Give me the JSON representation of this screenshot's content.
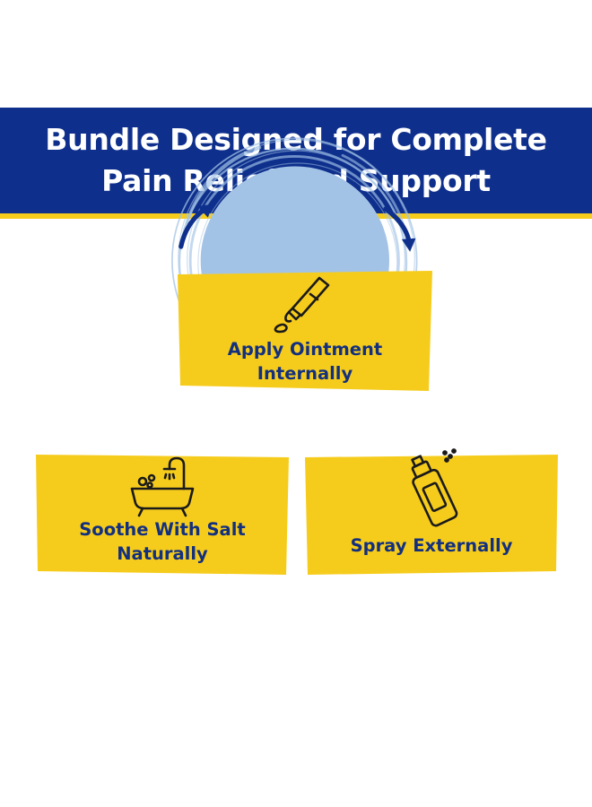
{
  "header": {
    "line1": "Bundle Designed for Complete",
    "line2": "Pain Relief and Support"
  },
  "steps": [
    {
      "line1": "Apply Ointment",
      "line2": "Internally",
      "icon": "ointment-tube-icon"
    },
    {
      "line1": "Spray Externally",
      "line2": "",
      "icon": "spray-bottle-icon"
    },
    {
      "line1": "Soothe With Salt",
      "line2": "Naturally",
      "icon": "bathtub-icon"
    }
  ],
  "colors": {
    "navy": "#0e2f8c",
    "yellow": "#f6cc1c",
    "light_blue": "#a3c3e6",
    "text_navy": "#13307f"
  }
}
